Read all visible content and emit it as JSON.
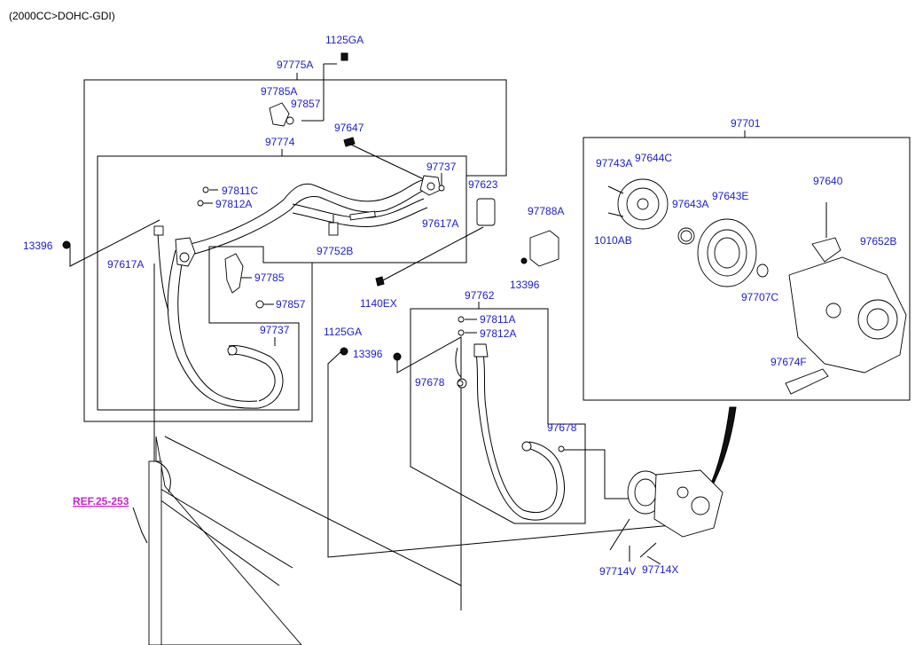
{
  "header": {
    "engine_variant": "(2000CC>DOHC-GDI)"
  },
  "reference": {
    "label": "REF.25-253"
  },
  "callouts": [
    {
      "id": "c1125ga_top",
      "text": "1125GA"
    },
    {
      "id": "c97775a",
      "text": "97775A"
    },
    {
      "id": "c97785a",
      "text": "97785A"
    },
    {
      "id": "c97857_top",
      "text": "97857"
    },
    {
      "id": "c97647",
      "text": "97647"
    },
    {
      "id": "c97774",
      "text": "97774"
    },
    {
      "id": "c97737_top",
      "text": "97737"
    },
    {
      "id": "c97623",
      "text": "97623"
    },
    {
      "id": "c97811c",
      "text": "97811C"
    },
    {
      "id": "c97812a_top",
      "text": "97812A"
    },
    {
      "id": "c97617a_right",
      "text": "97617A"
    },
    {
      "id": "c13396_left",
      "text": "13396"
    },
    {
      "id": "c97752b",
      "text": "97752B"
    },
    {
      "id": "c97617a_left",
      "text": "97617A"
    },
    {
      "id": "c97785",
      "text": "97785"
    },
    {
      "id": "c97857_mid",
      "text": "97857"
    },
    {
      "id": "c97737_mid",
      "text": "97737"
    },
    {
      "id": "c1125ga_mid",
      "text": "1125GA"
    },
    {
      "id": "c13396_mid",
      "text": "13396"
    },
    {
      "id": "c97788a",
      "text": "97788A"
    },
    {
      "id": "c13396_right",
      "text": "13396"
    },
    {
      "id": "c1140ex",
      "text": "1140EX"
    },
    {
      "id": "c97762",
      "text": "97762"
    },
    {
      "id": "c97811a",
      "text": "97811A"
    },
    {
      "id": "c97812a_low",
      "text": "97812A"
    },
    {
      "id": "c97678_left",
      "text": "97678"
    },
    {
      "id": "c97678_right",
      "text": "97678"
    },
    {
      "id": "c97701",
      "text": "97701"
    },
    {
      "id": "c97743a",
      "text": "97743A"
    },
    {
      "id": "c97644c",
      "text": "97644C"
    },
    {
      "id": "c97643a",
      "text": "97643A"
    },
    {
      "id": "c97643e",
      "text": "97643E"
    },
    {
      "id": "c1010ab",
      "text": "1010AB"
    },
    {
      "id": "c97640",
      "text": "97640"
    },
    {
      "id": "c97652b",
      "text": "97652B"
    },
    {
      "id": "c97707c",
      "text": "97707C"
    },
    {
      "id": "c97674f",
      "text": "97674F"
    },
    {
      "id": "c97714v",
      "text": "97714V"
    },
    {
      "id": "c97714x",
      "text": "97714X"
    }
  ]
}
